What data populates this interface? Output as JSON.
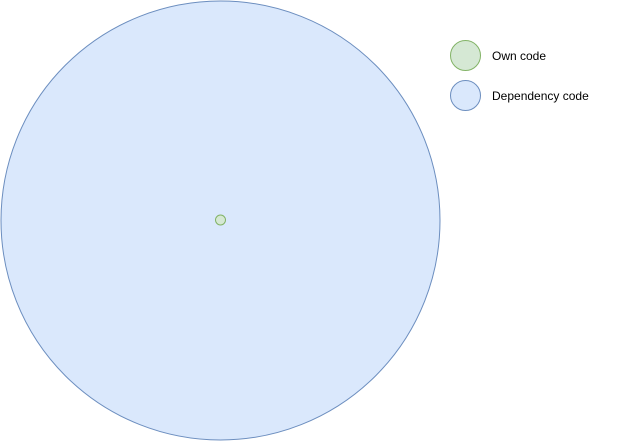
{
  "diagram": {
    "shapes": [
      {
        "name": "dependency-code-circle",
        "style": "dependency"
      },
      {
        "name": "own-code-circle",
        "style": "own"
      }
    ],
    "legend": [
      {
        "style": "own",
        "label": "Own code"
      },
      {
        "style": "dependency",
        "label": "Dependency code"
      }
    ]
  },
  "styles": {
    "own": {
      "fill": "#d5e8d4",
      "stroke": "#82b366"
    },
    "dependency": {
      "fill": "#dae8fc",
      "stroke": "#6c8ebf"
    }
  }
}
